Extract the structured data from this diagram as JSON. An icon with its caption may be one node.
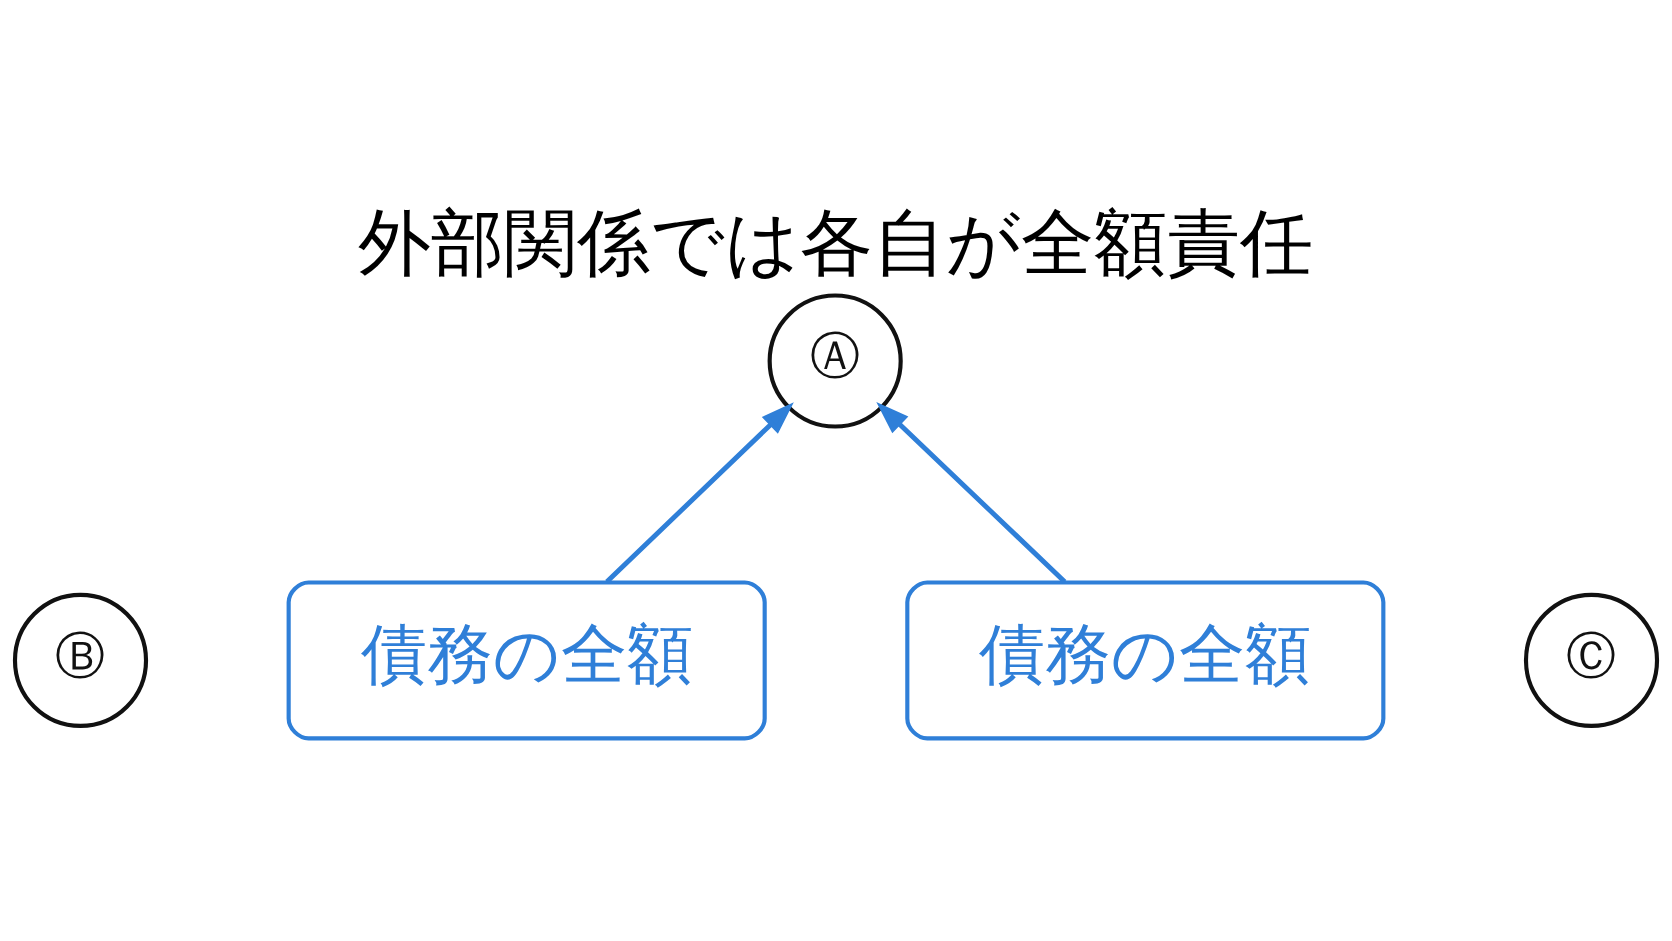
{
  "diagram": {
    "title": "外部関係では各自が全額責任",
    "nodes": [
      {
        "text": [
          "Ⓐ"
        ]
      },
      {
        "text": [
          "Ⓑ"
        ]
      },
      {
        "text": [
          "Ⓒ"
        ]
      },
      {
        "text": [
          "債務の全額"
        ]
      },
      {
        "text": [
          "債務の全額"
        ]
      }
    ],
    "edges": [
      {
        "from": 3,
        "to": 0,
        "arrow": "to"
      },
      {
        "from": 4,
        "to": 0,
        "arrow": "to"
      }
    ]
  }
}
